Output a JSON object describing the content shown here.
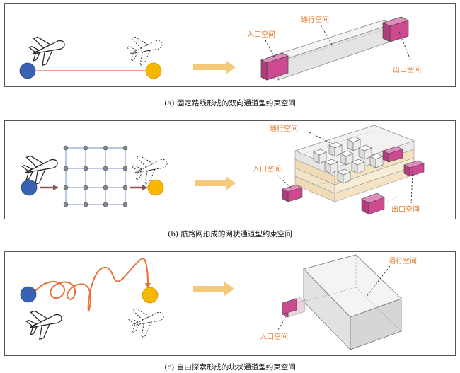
{
  "panels": [
    {
      "labels": {
        "passage": "通行空间",
        "entry": "入口空间",
        "exit": "出口空间"
      },
      "caption": "(a) 固定路线形成的双向通道型约束空间"
    },
    {
      "labels": {
        "passage": "通行空间",
        "entry": "入口空间",
        "exit": "出口空间"
      },
      "caption": "(b) 航路网形成的网状通道型约束空间"
    },
    {
      "labels": {
        "passage": "通行空间",
        "entry": "入口空间"
      },
      "caption": "(c) 自由探索形成的块状通道型约束空间"
    }
  ],
  "colors": {
    "start_node": "#3a62b3",
    "end_node": "#f5b700",
    "route_line": "#e8733a",
    "grid_line": "#7090cc",
    "arrow": "#f5c97a",
    "label": "#e07a2e",
    "magenta": "#cc4a90",
    "tan": "#f4e3c2"
  },
  "icons": [
    "airplane-icon",
    "dashed-airplane-icon",
    "flow-arrow-icon"
  ]
}
